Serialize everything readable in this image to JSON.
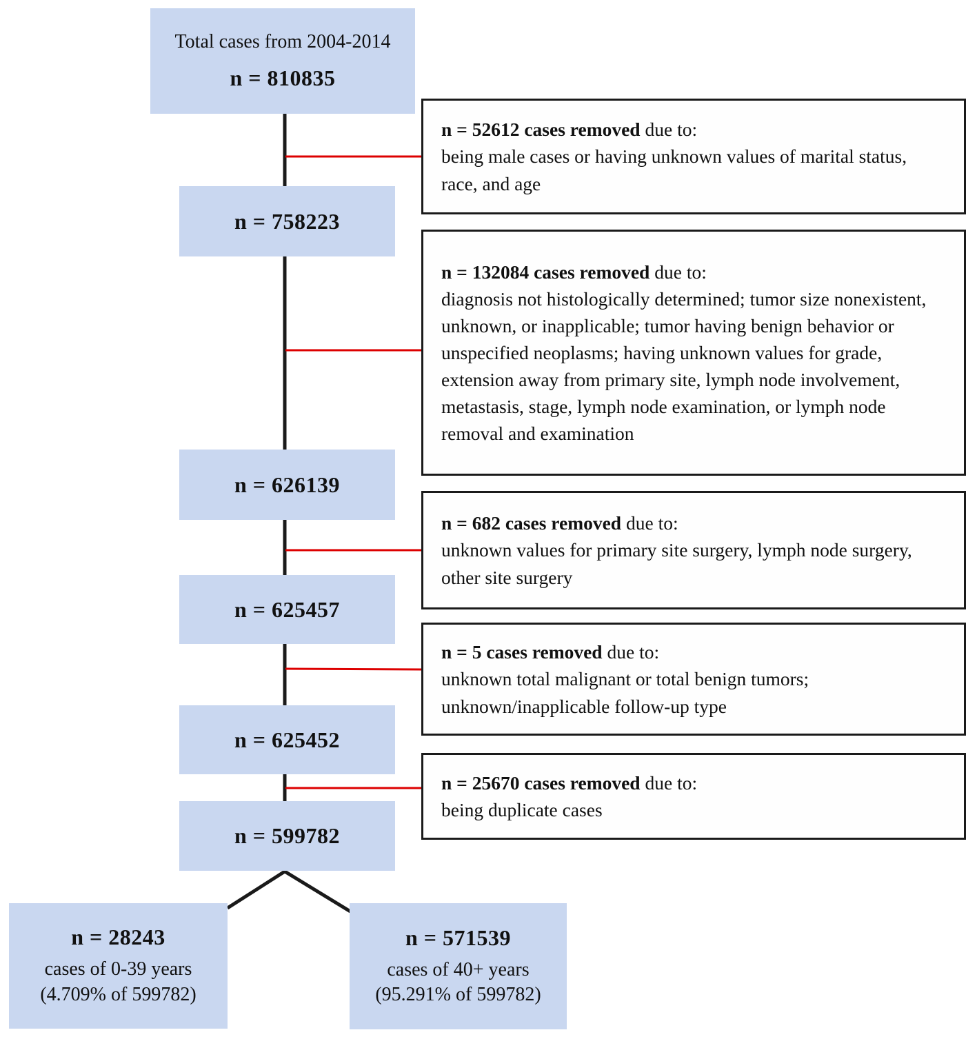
{
  "diagram": {
    "title_box": {
      "label": "Total cases from 2004-2014",
      "n": "n = 810835"
    },
    "flow_boxes": [
      {
        "n": "n = 758223"
      },
      {
        "n": "n = 626139"
      },
      {
        "n": "n = 625457"
      },
      {
        "n": "n = 625452"
      },
      {
        "n": "n = 599782"
      }
    ],
    "exclusion_boxes": [
      {
        "bold": "n = 52612 cases removed",
        "suffix": " due to:",
        "body": "being male cases or having unknown values of marital status, race, and age"
      },
      {
        "bold": "n = 132084 cases removed",
        "suffix": " due to:",
        "body": "diagnosis not histologically determined; tumor size nonexistent, unknown, or inapplicable; tumor having benign behavior or unspecified neoplasms; having unknown values for grade, extension away from primary site, lymph node involvement, metastasis, stage, lymph node examination, or lymph node removal and examination"
      },
      {
        "bold": "n = 682 cases removed",
        "suffix": " due to:",
        "body": "unknown values for primary site surgery, lymph node surgery, other site surgery"
      },
      {
        "bold": "n = 5 cases removed",
        "suffix": " due to:",
        "body": "unknown total malignant or total benign tumors; unknown/inapplicable follow-up type"
      },
      {
        "bold": "n = 25670 cases removed",
        "suffix": " due to:",
        "body": "being duplicate cases"
      }
    ],
    "leaf_boxes": [
      {
        "n": "n = 28243",
        "desc": "cases of 0-39 years",
        "pct": "(4.709% of 599782)"
      },
      {
        "n": "n = 571539",
        "desc": "cases of 40+ years",
        "pct": "(95.291% of 599782)"
      }
    ],
    "colors": {
      "box_fill": "#c9d7f0",
      "connector_red": "#dd0000",
      "connector_black": "#1a1a1a"
    }
  }
}
